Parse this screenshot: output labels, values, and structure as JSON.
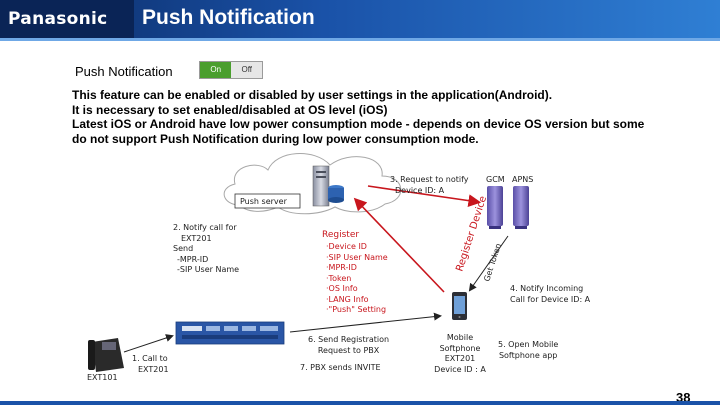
{
  "header": {
    "logo": "Panasonic",
    "title": "Push Notification"
  },
  "setting": {
    "label": "Push Notification",
    "toggle_on": "On",
    "toggle_off": "Off"
  },
  "description": [
    "This feature can be enabled or disabled by user settings in the application(Android).",
    "It is necessary to set enabled/disabled at OS level (iOS)",
    "Latest iOS or Android have low power consumption mode - depends on device OS version but some",
    "do not support Push Notification during low power consumption mode."
  ],
  "diagram": {
    "push_server_label": "Push server",
    "step3": [
      "3. Request to notify",
      "Device ID: A"
    ],
    "gcm": "GCM",
    "apns": "APNS",
    "step2": [
      "2. Notify call for",
      "EXT201",
      "Send",
      "-MPR-ID",
      "-SIP User Name"
    ],
    "register": {
      "title": "Register",
      "items": [
        "·Device ID",
        "·SIP User Name",
        "·MPR-ID",
        "·Token",
        "·OS Info",
        "·LANG Info",
        "·\"Push\" Setting"
      ]
    },
    "register_device": "Register Device",
    "get_token": "Get Token",
    "step4": [
      "4. Notify Incoming",
      "Call for Device ID: A"
    ],
    "mobile": [
      "Mobile",
      "Softphone",
      "EXT201",
      "Device ID : A"
    ],
    "step5": [
      "5. Open Mobile",
      "Softphone app"
    ],
    "step6": [
      "6. Send Registration",
      "Request to PBX"
    ],
    "step7": "7. PBX sends INVITE",
    "step1": [
      "1. Call to",
      "EXT201"
    ],
    "ext101": "EXT101"
  },
  "page_number": "38",
  "colors": {
    "header_dark": "#0b2a63",
    "header_light": "#2f7fd4",
    "arrow_red": "#c8161d",
    "toggle_on": "#4a9e2e"
  }
}
